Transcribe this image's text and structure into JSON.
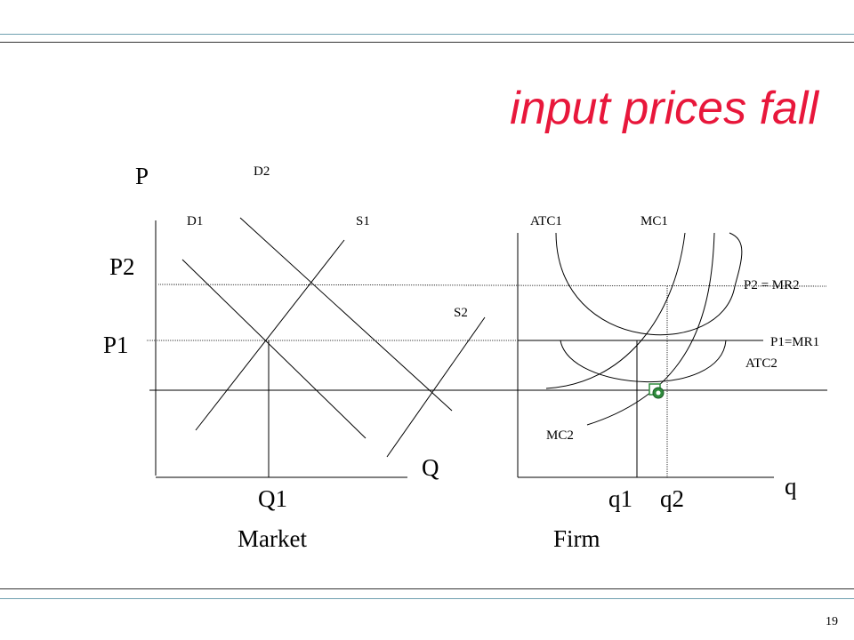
{
  "title": "input prices fall",
  "page_number": "19",
  "market": {
    "panel_label": "Market",
    "y_axis_label": "P",
    "x_axis_label": "Q",
    "price_labels": {
      "p2": "P2",
      "p1": "P1"
    },
    "quantity_label": "Q1",
    "curve_labels": {
      "d2": "D2",
      "d1": "D1",
      "s1": "S1",
      "s2": "S2"
    }
  },
  "firm": {
    "panel_label": "Firm",
    "x_axis_label": "q",
    "quantity_labels": {
      "q1": "q1",
      "q2": "q2"
    },
    "curve_labels": {
      "atc1": "ATC1",
      "mc1": "MC1",
      "atc2": "ATC2",
      "mc2": "MC2",
      "mr2": "P2 = MR2",
      "mr1": "P1=MR1"
    }
  },
  "colors": {
    "title": "#e8173b",
    "marker": "#2e8b3c",
    "rule_teal": "#6fa0b0"
  },
  "icons": {
    "cursor_marker": "green-move-cursor-icon"
  }
}
